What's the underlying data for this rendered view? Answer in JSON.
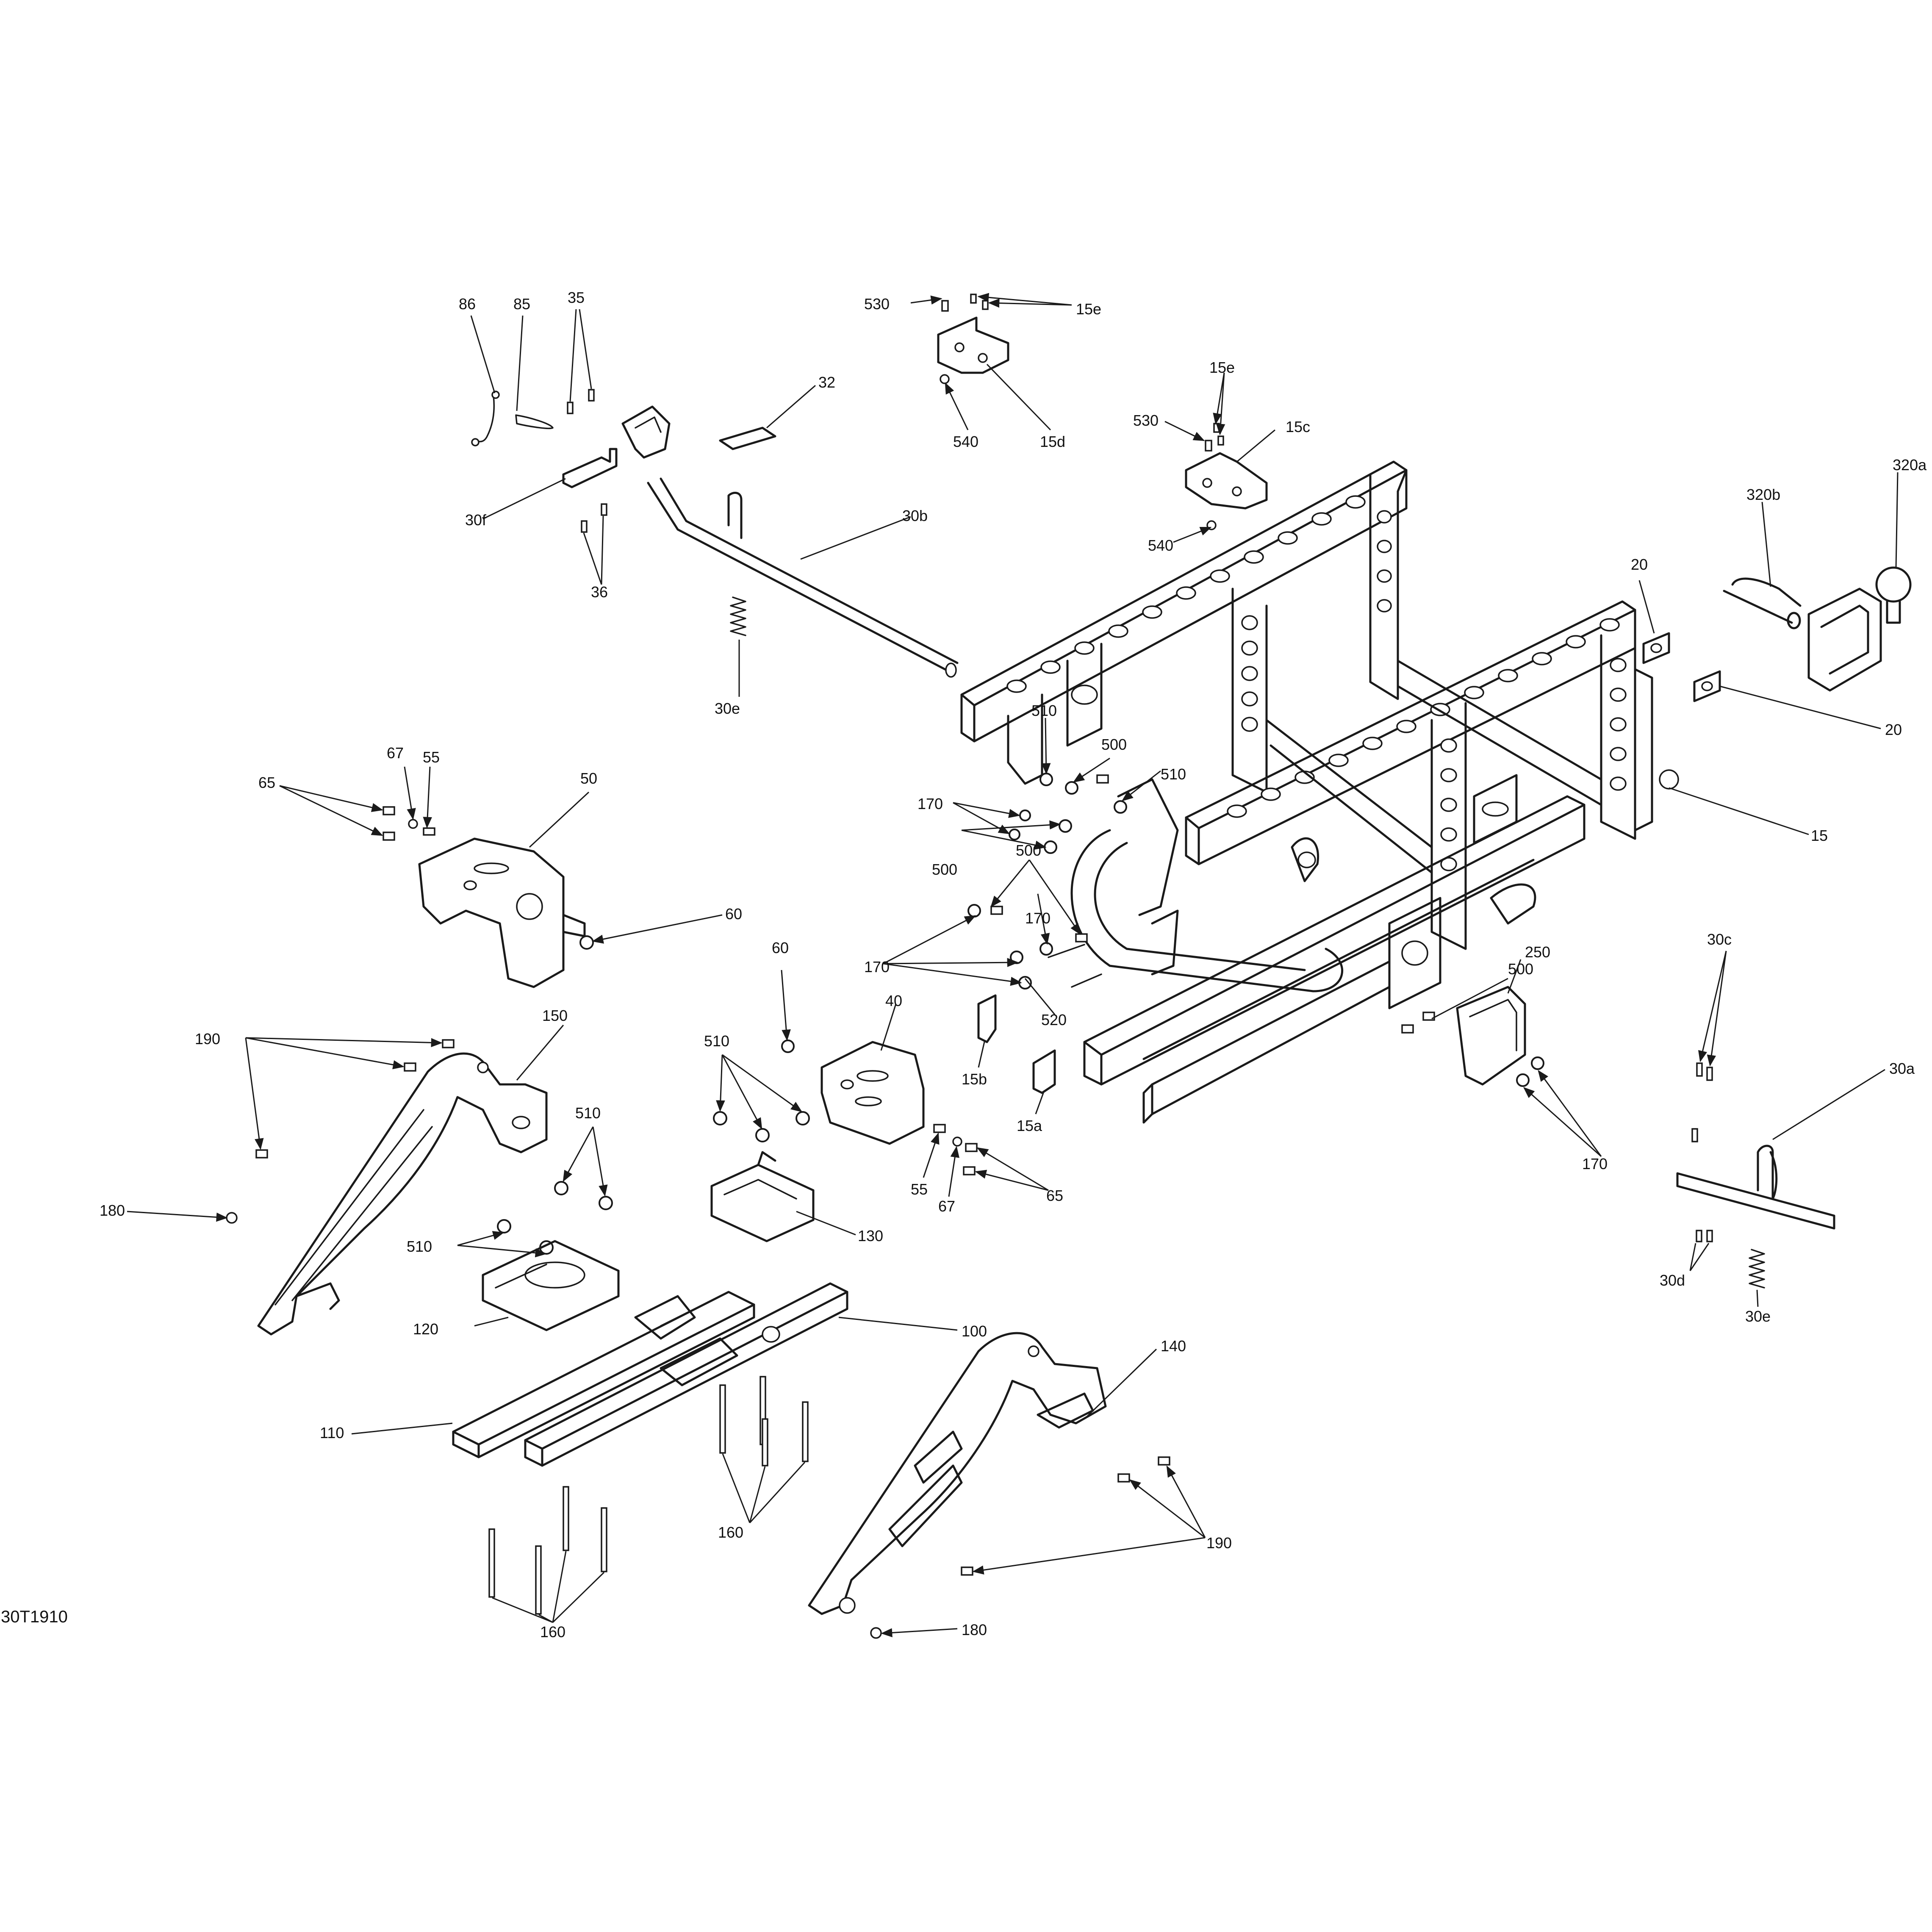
{
  "diagram": {
    "reference_code": "30T1910",
    "callouts": [
      "86",
      "85",
      "35",
      "32",
      "530",
      "15e",
      "15d",
      "540",
      "15e",
      "530",
      "15c",
      "540",
      "30f",
      "30b",
      "36",
      "320a",
      "320b",
      "20",
      "20",
      "30e",
      "510",
      "500",
      "510",
      "15",
      "67",
      "55",
      "65",
      "50",
      "170",
      "500",
      "500",
      "170",
      "60",
      "60",
      "170",
      "520",
      "500",
      "250",
      "30c",
      "30a",
      "190",
      "150",
      "40",
      "510",
      "510",
      "15b",
      "15a",
      "55",
      "67",
      "65",
      "170",
      "180",
      "130",
      "510",
      "120",
      "100",
      "30d",
      "30e",
      "110",
      "140",
      "160",
      "190",
      "160",
      "180"
    ]
  }
}
